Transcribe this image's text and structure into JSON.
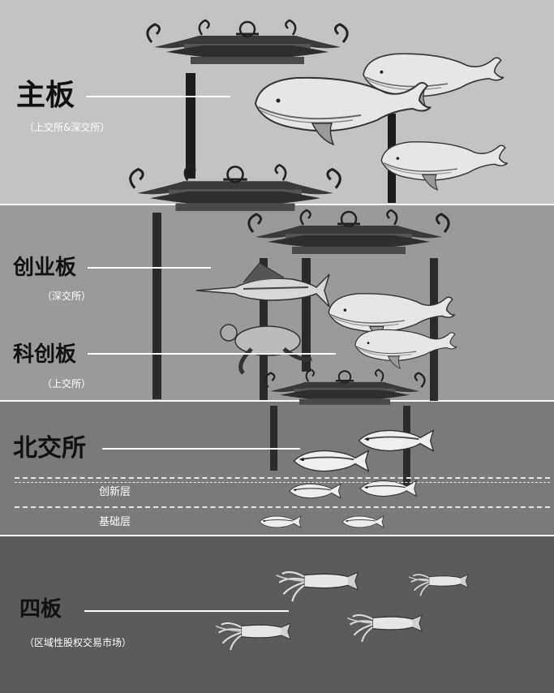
{
  "tiers": {
    "main_board": {
      "title": "主板",
      "sub": "（上交所&深交所）"
    },
    "chinext": {
      "title": "创业板",
      "sub": "（深交所）"
    },
    "star": {
      "title": "科创板",
      "sub": "（上交所）"
    },
    "bse": {
      "title": "北交所",
      "layer_innovation": "创新层",
      "layer_base": "基础层"
    },
    "new_third": {
      "title": "四板",
      "sub": "（区域性股权交易市场）"
    }
  },
  "colors": {
    "tier1": "#c3c3c3",
    "tier2": "#9a9a9a",
    "tier3": "#7a7a7a",
    "tier4": "#5b5b5b",
    "border": "#fafafa"
  },
  "icons": [
    "gate-roof-icon",
    "gate-pillar-icon",
    "whale-icon",
    "swordfish-icon",
    "turtle-icon",
    "tuna-icon",
    "squid-icon"
  ]
}
